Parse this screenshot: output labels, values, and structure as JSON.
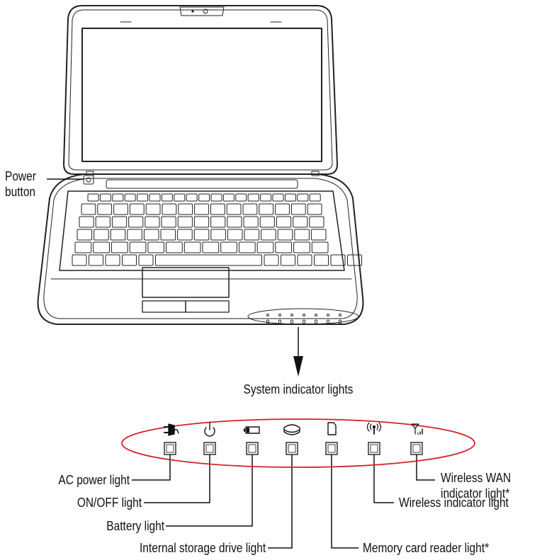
{
  "labels": {
    "power_button_line1": "Power",
    "power_button_line2": "button",
    "system_indicator_lights": "System indicator lights",
    "ac_power_light": "AC power light",
    "on_off_light": "ON/OFF light",
    "battery_light": "Battery light",
    "internal_storage_drive_light": "Internal storage drive light",
    "memory_card_reader_light": "Memory card reader light*",
    "wireless_indicator_light": "Wireless indicator light",
    "wireless_wan_line1": "Wireless WAN",
    "wireless_wan_line2": "indicator light*"
  },
  "indicator_icons": [
    "ac-power-icon",
    "power-icon",
    "battery-icon",
    "storage-drive-icon",
    "memory-card-icon",
    "wireless-icon",
    "wireless-wan-icon"
  ],
  "colors": {
    "highlight_ellipse": "#d62027",
    "line": "#111111"
  }
}
